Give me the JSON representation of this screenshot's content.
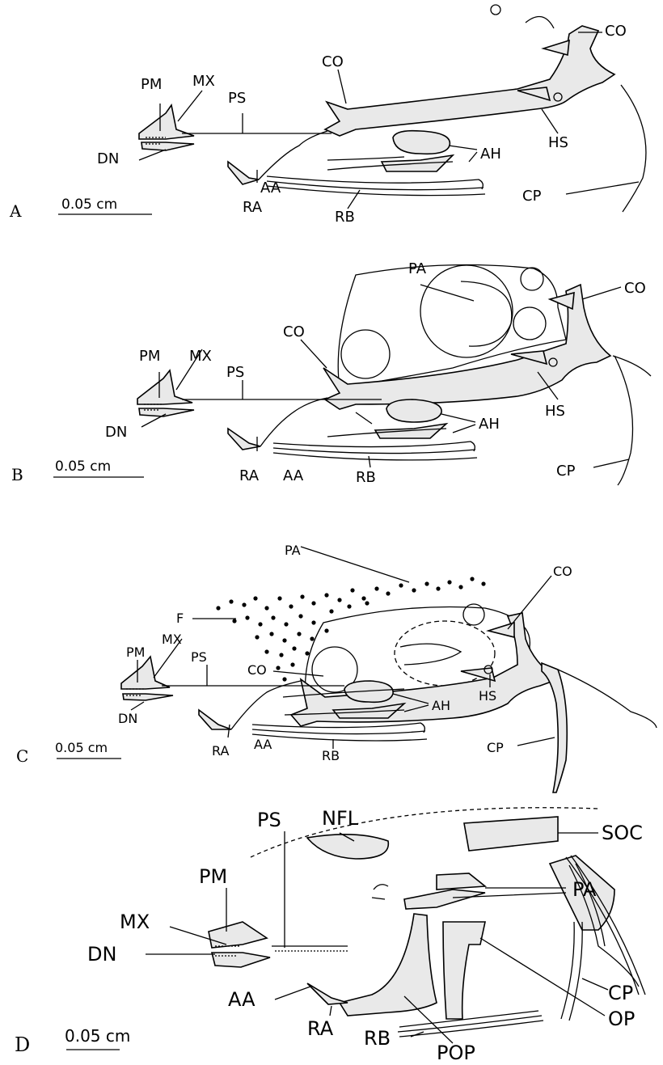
{
  "panels": [
    {
      "letter": "A",
      "scale": "0.05 cm",
      "labels": {
        "PM": "PM",
        "MX": "MX",
        "DN": "DN",
        "PS": "PS",
        "CO1": "CO",
        "CO2": "CO",
        "HS": "HS",
        "AH": "AH",
        "RA": "RA",
        "AA": "AA",
        "RB": "RB",
        "CP": "CP"
      }
    },
    {
      "letter": "B",
      "scale": "0.05 cm",
      "labels": {
        "PA": "PA",
        "CO1": "CO",
        "CO2": "CO",
        "PM": "PM",
        "MX": "MX",
        "PS": "PS",
        "DN": "DN",
        "HS": "HS",
        "AH": "AH",
        "RA": "RA",
        "AA": "AA",
        "RB": "RB",
        "CP": "CP"
      }
    },
    {
      "letter": "C",
      "scale": "0.05 cm",
      "labels": {
        "PA": "PA",
        "CO1": "CO",
        "CO2": "CO",
        "F": "F",
        "MX": "MX",
        "PM": "PM",
        "PS": "PS",
        "DN": "DN",
        "HS": "HS",
        "AH": "AH",
        "RA": "RA",
        "AA": "AA",
        "RB": "RB",
        "CP": "CP"
      }
    },
    {
      "letter": "D",
      "scale": "0.05 cm",
      "labels": {
        "PS": "PS",
        "NFL": "NFL",
        "SOC": "SOC",
        "PM": "PM",
        "PA": "PA",
        "MX": "MX",
        "DN": "DN",
        "CP": "CP",
        "AA": "AA",
        "OP": "OP",
        "RA": "RA",
        "RB": "RB",
        "POP": "POP"
      }
    }
  ]
}
